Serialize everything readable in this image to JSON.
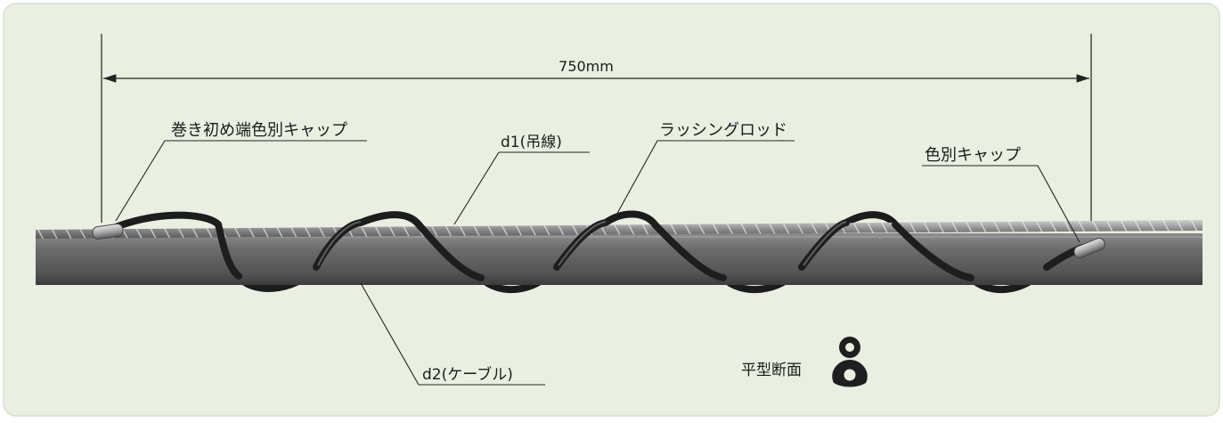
{
  "dimension": {
    "label": "750mm"
  },
  "callouts": {
    "start_cap": "巻き初め端色別キャップ",
    "messenger": "d1(吊線)",
    "lashing_rod": "ラッシングロッド",
    "color_cap": "色別キャップ",
    "cable": "d2(ケーブル)"
  },
  "cross_section": {
    "label": "平型断面"
  },
  "colors": {
    "background": "#e9f0e2",
    "cable": "#5c5c5c",
    "rod": "#1c1c1c",
    "messenger": "#8a8a8a"
  }
}
